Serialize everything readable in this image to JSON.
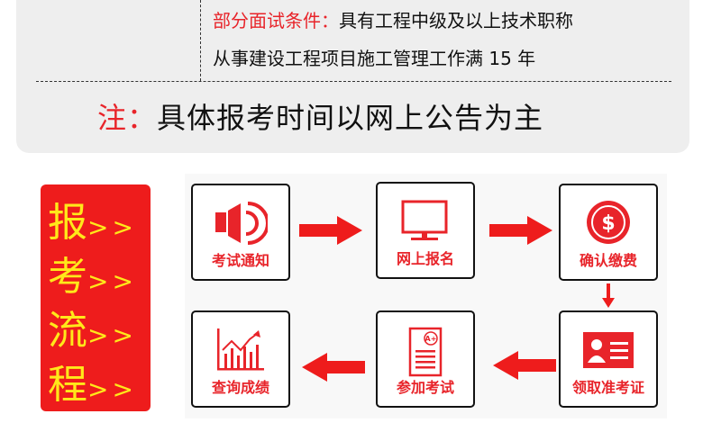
{
  "conditions": {
    "label": "部分面试条件：",
    "line1": "具有工程中级及以上技术职称",
    "line2": "从事建设工程项目施工管理工作满 15 年"
  },
  "note": {
    "prefix": "注：",
    "text": "具体报考时间以网上公告为主"
  },
  "process": {
    "title_chars": [
      "报",
      "考",
      "流",
      "程"
    ],
    "chevrons": ">>",
    "steps": [
      {
        "label": "考试通知",
        "icon": "speaker-icon"
      },
      {
        "label": "网上报名",
        "icon": "monitor-icon"
      },
      {
        "label": "确认缴费",
        "icon": "dollar-coin-icon"
      },
      {
        "label": "领取准考证",
        "icon": "id-card-icon"
      },
      {
        "label": "参加考试",
        "icon": "exam-paper-icon"
      },
      {
        "label": "查询成绩",
        "icon": "chart-growth-icon"
      }
    ]
  },
  "colors": {
    "accent": "#e8242a",
    "title_bg": "#ee1c1c",
    "title_text": "#ffe81a",
    "panel_bg": "#eeeeee"
  }
}
